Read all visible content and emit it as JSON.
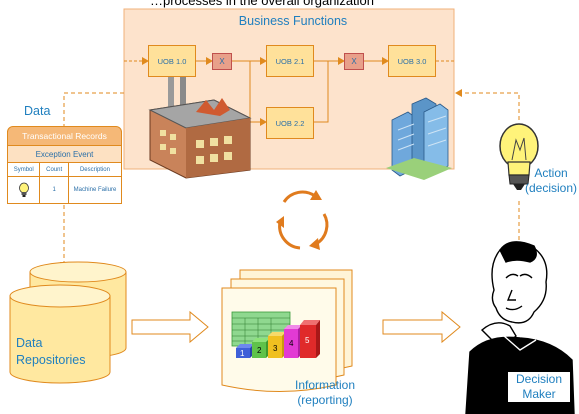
{
  "header_fragment": "…processes in the overall organization",
  "business_functions": {
    "title": "Business Functions",
    "units": [
      "UOB 1.0",
      "UOB 2.1",
      "UOB 2.2",
      "UOB 3.0"
    ],
    "x_marks": [
      "X",
      "X"
    ]
  },
  "data_label": "Data",
  "records": {
    "title": "Transactional Records",
    "subtitle": "Exception Event",
    "columns": [
      "Symbol",
      "Count",
      "Description"
    ],
    "row": {
      "count": "1",
      "description": "Machine Failure"
    }
  },
  "action_label": "Action\n(decision)",
  "repositories_label": "Data\nRepositories",
  "information_label": "Information\n(reporting)",
  "decision_maker_label": "Decision\nMaker",
  "bar_numbers": [
    "1",
    "2",
    "3",
    "4",
    "5"
  ],
  "colors": {
    "orange": "#e08a1e",
    "panel": "#fde3cc",
    "blue_text": "#1f7fbf",
    "cylinder": "#ffe8a0"
  }
}
